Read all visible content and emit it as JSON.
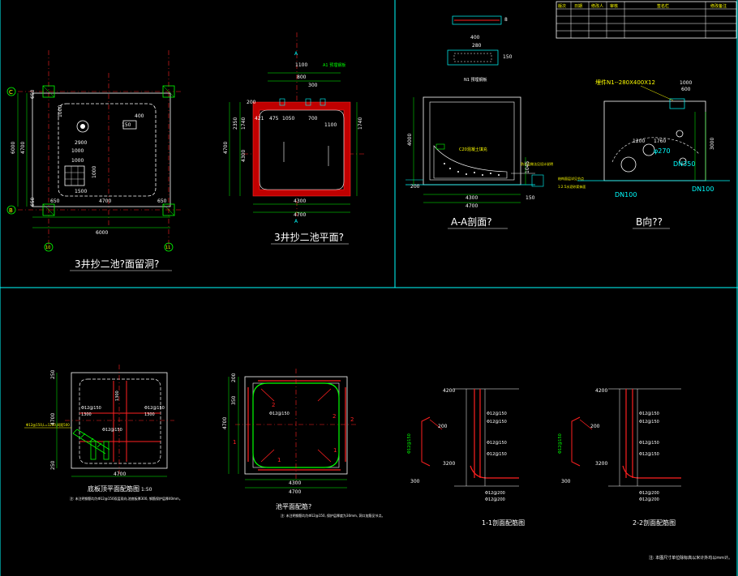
{
  "colors": {
    "background": "#000000",
    "frame": "#00ffff",
    "outline": "#ffffff",
    "reinforcement": "#ff2020",
    "annotation": "#00ff00",
    "centerline": "#ff2020",
    "dims": "#ffffff",
    "leader": "#ffff00"
  },
  "titleblock": {
    "headers": [
      "版次",
      "日期",
      "修改人",
      "审核",
      "签名栏",
      "修改备注"
    ]
  },
  "views": {
    "opening_plan": {
      "title": "3井抄二池?面留洞?",
      "axis_c": "C",
      "axis_b": "B",
      "axis_10": "10",
      "axis_11": "11",
      "dim_total_w": "6000",
      "dim_inner_w": "4700",
      "dim_side_l": "650",
      "dim_side_r": "650",
      "dim_total_h": "6000",
      "dim_inner_h": "4700",
      "dim_top": "650",
      "dim_bot": "650",
      "dim_a": "1000",
      "dim_b": "2900",
      "dim_c": "1000",
      "dim_d": "1500",
      "dim_e": "1000",
      "dim_f": "400",
      "dim_g": "1000",
      "dim_h": "150"
    },
    "pool_plan": {
      "title": "3井抄二池平面?",
      "section_mark": "A",
      "section_mark_bottom": "A",
      "dim_total_w": "4700",
      "dim_inner_w": "4300",
      "dim_1100": "1100",
      "dim_800": "800",
      "dim_300": "300",
      "dim_1050": "1050",
      "dim_700": "700",
      "dim_1100b": "1100",
      "dim_left_total": "4700",
      "dim_left_inner": "4300",
      "dim_2350": "2350",
      "dim_1740": "1740",
      "dim_200": "200",
      "dim_1740r": "1740",
      "dim_421": "421",
      "dim_475": "475",
      "note": "A1 预埋钢板"
    },
    "section_aa": {
      "title": "A-A剖面?",
      "dim_total": "4700",
      "dim_inner": "4300",
      "dim_height": "4000",
      "dim_200": "200",
      "dim_1045": "1045",
      "dim_150": "150",
      "note_c20": "C20混凝土填充",
      "note_right": "防水层做法见设计说明",
      "note_right2": "结构面层详见节点",
      "note_right3": "1:2.5水泥砂浆抹面",
      "n1_label": "N1 预埋钢板",
      "dim_n1a": "400",
      "dim_n1b": "280",
      "dim_n1c": "8",
      "dim_n1d": "150"
    },
    "view_b": {
      "title": "B向??",
      "embed_label": "埋件N1--280X400X12",
      "dim_1000": "1000",
      "dim_600": "600",
      "dim_1200": "1200",
      "dim_1760": "1760",
      "dim_3000": "3000",
      "dim_phi": "φ270",
      "dn350": "DN350",
      "dn100_a": "DN100",
      "dn100_b": "DN100"
    },
    "bottom_plate": {
      "title": "底板顶平面配筋图",
      "scale": "1:50",
      "note": "注: 未注明钢筋均为Φ12@150双层双向,池底板厚300, 钢筋保护层厚40mm。",
      "dim_4700": "4700",
      "dim_250a": "250",
      "dim_250b": "250",
      "dim_height": "4700",
      "rebar_1": "Φ12@150",
      "rebar_2": "1300",
      "rebar_3": "Φ12@150",
      "rebar_4": "1300",
      "rebar_5": "Φ12@150",
      "rebar_6": "1300",
      "leader_note": "Φ12@150,L=1200,间距500"
    },
    "wall_plan": {
      "title": "池平面配筋?",
      "note": "注: 未注明钢筋均为Φ12@150, 保护层厚度为30mm, 洞口加筋见节点。",
      "dim_4700": "4700",
      "dim_4300": "4300",
      "dim_4700v": "4700",
      "dim_200": "200",
      "dim_350": "350",
      "mark_1": "1",
      "mark_2": "2",
      "mark_1b": "1",
      "mark_2b": "2",
      "mark_1c": "1",
      "mark_2c": "2",
      "rebar_label": "Φ12@150"
    },
    "section_11": {
      "title": "1-1剖面配筋图",
      "dim_top": "4200",
      "dim_bot": "3200",
      "dim_200": "200",
      "dim_300": "300",
      "r1": "Φ12@150",
      "r2": "Φ12@150",
      "r3": "Φ12@150",
      "r4": "Φ12@150",
      "r5": "Φ12@200",
      "r6": "Φ12@200",
      "left_label": "Φ12@150"
    },
    "section_22": {
      "title": "2-2剖面配筋图",
      "dim_top": "4200",
      "dim_bot": "3200",
      "dim_200": "200",
      "dim_300": "300",
      "r1": "Φ12@150",
      "r2": "Φ12@150",
      "r3": "Φ12@150",
      "r4": "Φ12@150",
      "r5": "Φ12@200",
      "r6": "Φ12@200",
      "left_label": "Φ12@150"
    },
    "footer_note": "注: 本图尺寸单位除标高以米计外均以mm计。"
  }
}
